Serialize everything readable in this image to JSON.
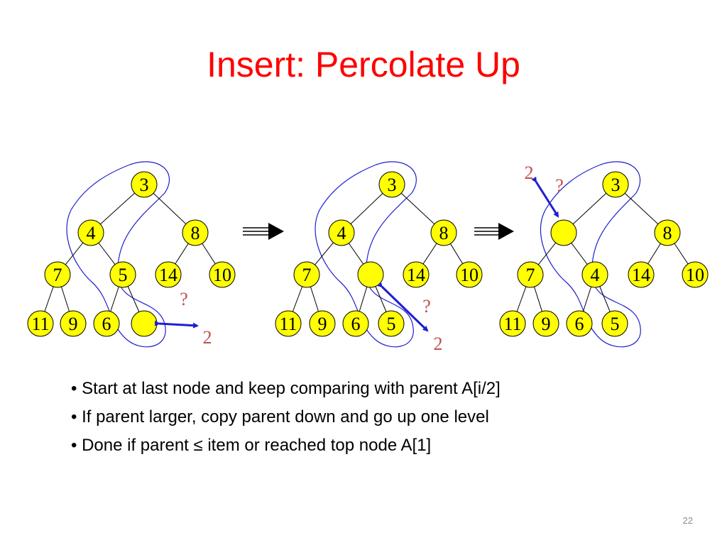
{
  "title": "Insert: Percolate Up",
  "trees": [
    {
      "nodes": {
        "root": "3",
        "l": "4",
        "r": "8",
        "ll": "7",
        "lr": "5",
        "rl": "14",
        "rr": "10",
        "lll": "11",
        "llr": "9",
        "lrl": "6",
        "lrr": ""
      },
      "annotations": {
        "question": "?",
        "value": "2"
      }
    },
    {
      "nodes": {
        "root": "3",
        "l": "4",
        "r": "8",
        "ll": "7",
        "lr": "",
        "rl": "14",
        "rr": "10",
        "lll": "11",
        "llr": "9",
        "lrl": "6",
        "lrr": "5"
      },
      "annotations": {
        "question": "?",
        "value": "2"
      }
    },
    {
      "nodes": {
        "root": "3",
        "l": "",
        "r": "8",
        "ll": "7",
        "lr": "4",
        "rl": "14",
        "rr": "10",
        "lll": "11",
        "llr": "9",
        "lrl": "6",
        "lrr": "5"
      },
      "annotations": {
        "question": "?",
        "value": "2"
      }
    }
  ],
  "bullets": [
    "• Start at last node and keep comparing with parent A[i/2]",
    "• If parent larger, copy parent down and go up one level",
    "• Done if parent ≤ item or reached top node A[1]"
  ],
  "slide_number": "22",
  "colors": {
    "title": "#ff0000",
    "node_fill": "#ffff00",
    "outline": "#1f1fd0",
    "annotation": "#c0504d"
  }
}
